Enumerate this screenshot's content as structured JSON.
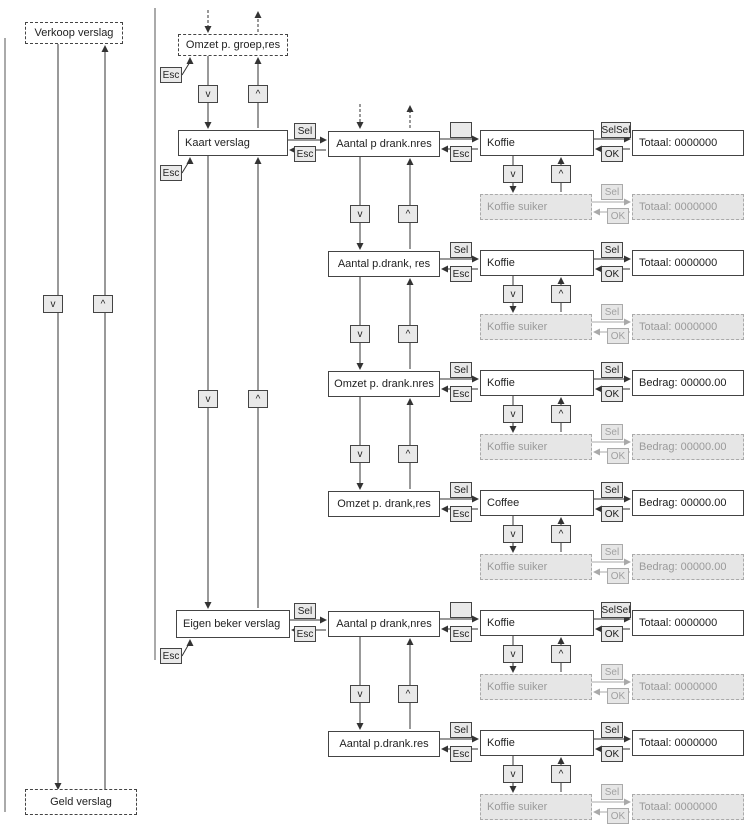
{
  "left": {
    "top_label": "Verkoop verslag",
    "bottom_label": "Geld verslag"
  },
  "groep": {
    "label": "Omzet p. groep,res"
  },
  "reports": {
    "kaart": "Kaart verslag",
    "eigen": "Eigen beker verslag"
  },
  "submenus": [
    "Aantal p drank.nres",
    "Aantal p.drank, res",
    "Omzet p. drank.nres",
    "Omzet p. drank,res",
    "Aantal p drank,nres",
    "Aantal p.drank.res"
  ],
  "drinks": [
    "Koffie",
    "Koffie",
    "Koffie",
    "Coffee",
    "Koffie",
    "Koffie"
  ],
  "ghost_drink": "Koffie suiker",
  "results": [
    "Totaal: 0000000",
    "Totaal: 0000000",
    "Bedrag: 00000.00",
    "Bedrag: 00000.00",
    "Totaal: 0000000",
    "Totaal: 0000000"
  ],
  "buttons": {
    "sel": "Sel",
    "esc": "Esc",
    "ok": "OK",
    "down": "v",
    "up": "^",
    "selsel": "SelSel"
  }
}
